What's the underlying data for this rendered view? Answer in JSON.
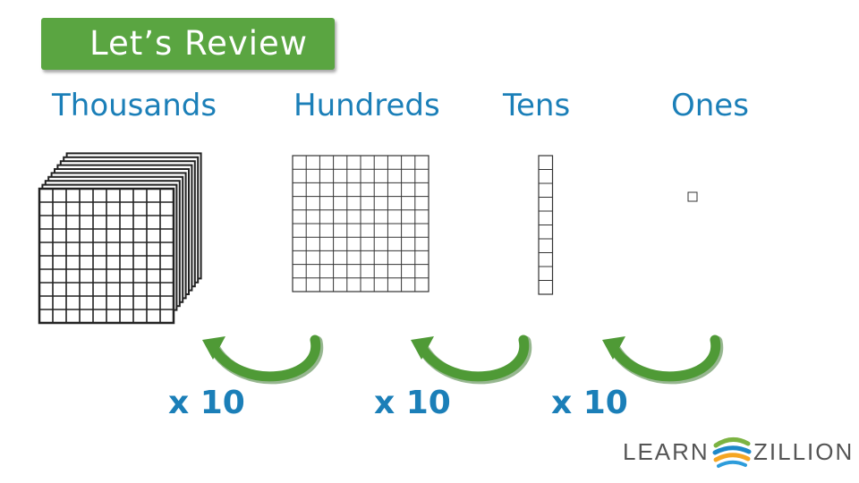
{
  "banner": {
    "title": "Let’s Review"
  },
  "place_values": [
    {
      "label": "Thousands"
    },
    {
      "label": "Hundreds"
    },
    {
      "label": "Tens"
    },
    {
      "label": "Ones"
    }
  ],
  "multipliers": [
    "x 10",
    "x 10",
    "x 10"
  ],
  "logo": {
    "left": "LEARN",
    "right": "ZILLION"
  },
  "colors": {
    "banner_green": "#5aa541",
    "label_blue": "#1b7fb8",
    "arrow_green": "#4f9a36",
    "block_line": "#333333"
  }
}
